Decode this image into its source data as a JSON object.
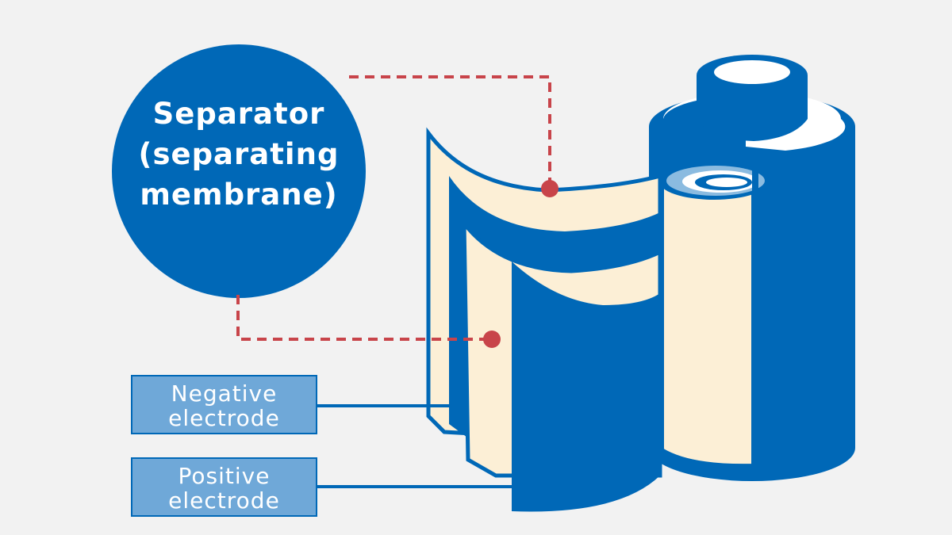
{
  "separator_label": {
    "line1": "Separator",
    "line2": "(separating",
    "line3": "membrane)"
  },
  "labels": {
    "negative": {
      "line1": "Negative",
      "line2": "electrode"
    },
    "positive": {
      "line1": "Positive",
      "line2": "electrode"
    }
  },
  "colors": {
    "blue": "#0068b7",
    "cream": "#fcefd6",
    "label_fill": "#6fa8d8",
    "leader_red": "#c8444a",
    "background": "#f2f2f2"
  }
}
